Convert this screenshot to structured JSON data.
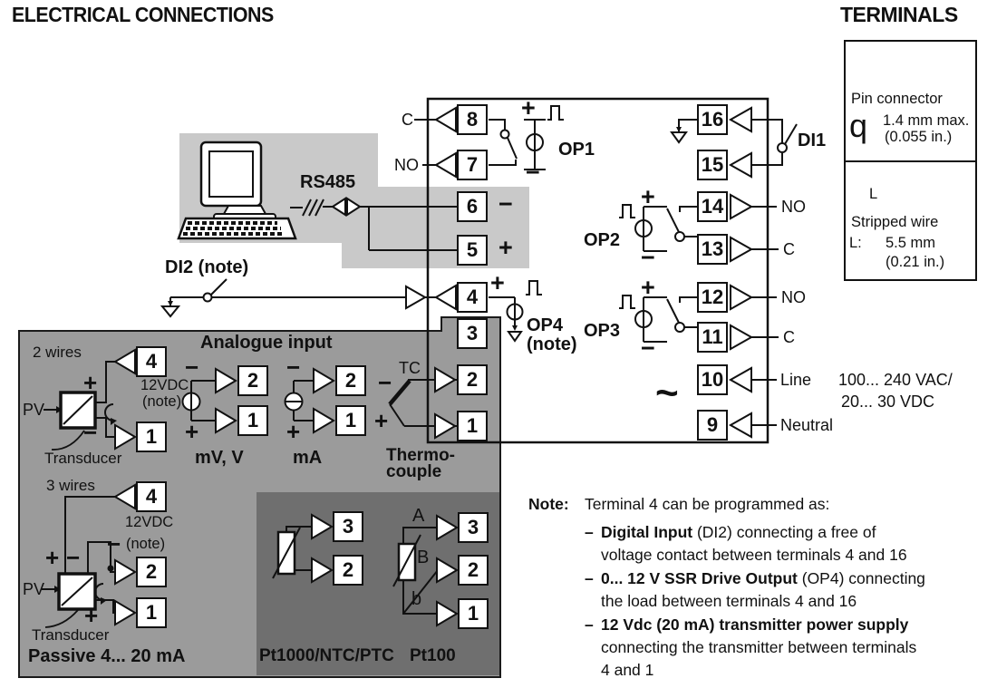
{
  "title": "ELECTRICAL CONNECTIONS",
  "terminals_panel": {
    "title": "TERMINALS",
    "pin": {
      "name": "Pin connector",
      "symbol": "q",
      "size": "1.4 mm max.",
      "size_in": "(0.055 in.)"
    },
    "wire": {
      "name": "Stripped wire",
      "dim": "L",
      "l_label": "L:",
      "size": "5.5 mm",
      "size_in": "(0.21 in.)"
    }
  },
  "unit": {
    "left_terminals": [
      "8",
      "7",
      "6",
      "5",
      "4",
      "3",
      "2",
      "1"
    ],
    "right_terminals": [
      "16",
      "15",
      "14",
      "13",
      "12",
      "11",
      "10",
      "9"
    ],
    "relay_top": {
      "c": "C",
      "no": "NO"
    },
    "op1": {
      "label": "OP1",
      "plus": "+",
      "minus": "−"
    },
    "op2": {
      "label": "OP2",
      "plus": "+",
      "minus": "−",
      "no": "NO",
      "c": "C"
    },
    "op3": {
      "label": "OP3",
      "plus": "+",
      "minus": "−",
      "no": "NO",
      "c": "C"
    },
    "op4": {
      "label": "OP4",
      "note": "(note)",
      "plus": "+"
    },
    "rs485": {
      "label": "RS485",
      "minus": "−",
      "plus": "+"
    },
    "di1": "DI1",
    "di2": "DI2 (note)",
    "power": {
      "line": "Line",
      "neutral": "Neutral",
      "voltage1": "100... 240 VAC/",
      "voltage2": "20... 30 VDC",
      "ac": "~"
    }
  },
  "analogue": {
    "title": "Analogue input",
    "two_wires": {
      "label": "2 wires",
      "pv": "PV",
      "plus": "+",
      "minus": "−",
      "t4": "4",
      "t1": "1",
      "supply": "12VDC",
      "note": "(note)",
      "transducer": "Transducer"
    },
    "mv": {
      "label": "mV, V",
      "minus": "−",
      "plus": "+",
      "t2": "2",
      "t1": "1"
    },
    "ma": {
      "label": "mA",
      "minus": "−",
      "plus": "+",
      "t2": "2",
      "t1": "1"
    },
    "tc": {
      "tag": "TC",
      "minus": "−",
      "plus": "+",
      "label1": "Thermo-",
      "label2": "couple"
    },
    "three_wires": {
      "label": "3 wires",
      "pv": "PV",
      "plus": "+",
      "minus": "−",
      "minus_note": "−",
      "plus_bottom": "+",
      "t4": "4",
      "t2": "2",
      "t1": "1",
      "supply": "12VDC",
      "note": "(note)",
      "transducer": "Transducer",
      "title": "Passive 4... 20 mA"
    },
    "pt1000": {
      "title": "Pt1000/NTC/PTC",
      "t3": "3",
      "t2": "2"
    },
    "pt100": {
      "title": "Pt100",
      "a": "A",
      "b_upper": "B",
      "b_lower": "b",
      "t3": "3",
      "t2": "2",
      "t1": "1"
    }
  },
  "note": {
    "label": "Note:",
    "intro": "Terminal 4 can be programmed as:",
    "bullet": "–",
    "items": [
      {
        "bold": "Digital Input",
        "rest": " (DI2) connecting a free of",
        "cont1": "voltage contact between terminals 4 and 16"
      },
      {
        "bold": "0... 12 V SSR Drive Output",
        "rest": " (OP4) connecting",
        "cont1": "the load between terminals 4 and 16"
      },
      {
        "bold": "12 Vdc (20 mA) transmitter power supply",
        "rest": "",
        "cont1": "connecting the transmitter between terminals",
        "cont2": "4 and 1"
      }
    ]
  },
  "colors": {
    "light_gray": "#c9c9c9",
    "medium_gray": "#9b9b9b",
    "dark_gray": "#6f6f6f",
    "ink": "#111111"
  }
}
